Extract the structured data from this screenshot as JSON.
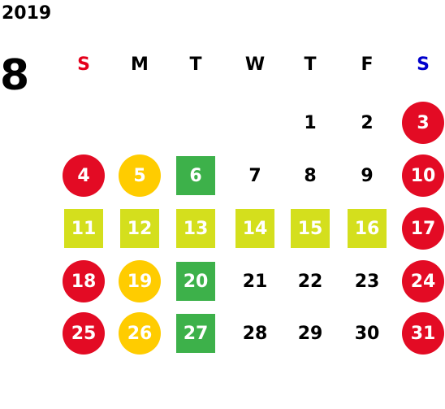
{
  "calendar": {
    "year": "2019",
    "month": "8",
    "weekdays": [
      {
        "label": "S",
        "color": "#e4001b"
      },
      {
        "label": "M",
        "color": "#000000"
      },
      {
        "label": "T",
        "color": "#000000"
      },
      {
        "label": "W",
        "color": "#000000"
      },
      {
        "label": "T",
        "color": "#000000"
      },
      {
        "label": "F",
        "color": "#000000"
      },
      {
        "label": "S",
        "color": "#0000cc"
      }
    ],
    "marker_colors": {
      "red": "#e30b24",
      "yellow": "#ffcc00",
      "green": "#3db14a",
      "lime": "#d4df1d"
    },
    "weeks": [
      [
        null,
        null,
        null,
        null,
        {
          "day": "1",
          "shape": "none",
          "color": ""
        },
        {
          "day": "2",
          "shape": "none",
          "color": ""
        },
        {
          "day": "3",
          "shape": "circle",
          "color": "red"
        }
      ],
      [
        {
          "day": "4",
          "shape": "circle",
          "color": "red"
        },
        {
          "day": "5",
          "shape": "circle",
          "color": "yellow"
        },
        {
          "day": "6",
          "shape": "square",
          "color": "green"
        },
        {
          "day": "7",
          "shape": "none",
          "color": ""
        },
        {
          "day": "8",
          "shape": "none",
          "color": ""
        },
        {
          "day": "9",
          "shape": "none",
          "color": ""
        },
        {
          "day": "10",
          "shape": "circle",
          "color": "red"
        }
      ],
      [
        {
          "day": "11",
          "shape": "square",
          "color": "lime"
        },
        {
          "day": "12",
          "shape": "square",
          "color": "lime"
        },
        {
          "day": "13",
          "shape": "square",
          "color": "lime"
        },
        {
          "day": "14",
          "shape": "square",
          "color": "lime"
        },
        {
          "day": "15",
          "shape": "square",
          "color": "lime"
        },
        {
          "day": "16",
          "shape": "square",
          "color": "lime"
        },
        {
          "day": "17",
          "shape": "circle",
          "color": "red"
        }
      ],
      [
        {
          "day": "18",
          "shape": "circle",
          "color": "red"
        },
        {
          "day": "19",
          "shape": "circle",
          "color": "yellow"
        },
        {
          "day": "20",
          "shape": "square",
          "color": "green"
        },
        {
          "day": "21",
          "shape": "none",
          "color": ""
        },
        {
          "day": "22",
          "shape": "none",
          "color": ""
        },
        {
          "day": "23",
          "shape": "none",
          "color": ""
        },
        {
          "day": "24",
          "shape": "circle",
          "color": "red"
        }
      ],
      [
        {
          "day": "25",
          "shape": "circle",
          "color": "red"
        },
        {
          "day": "26",
          "shape": "circle",
          "color": "yellow"
        },
        {
          "day": "27",
          "shape": "square",
          "color": "green"
        },
        {
          "day": "28",
          "shape": "none",
          "color": ""
        },
        {
          "day": "29",
          "shape": "none",
          "color": ""
        },
        {
          "day": "30",
          "shape": "none",
          "color": ""
        },
        {
          "day": "31",
          "shape": "circle",
          "color": "red"
        }
      ]
    ]
  }
}
